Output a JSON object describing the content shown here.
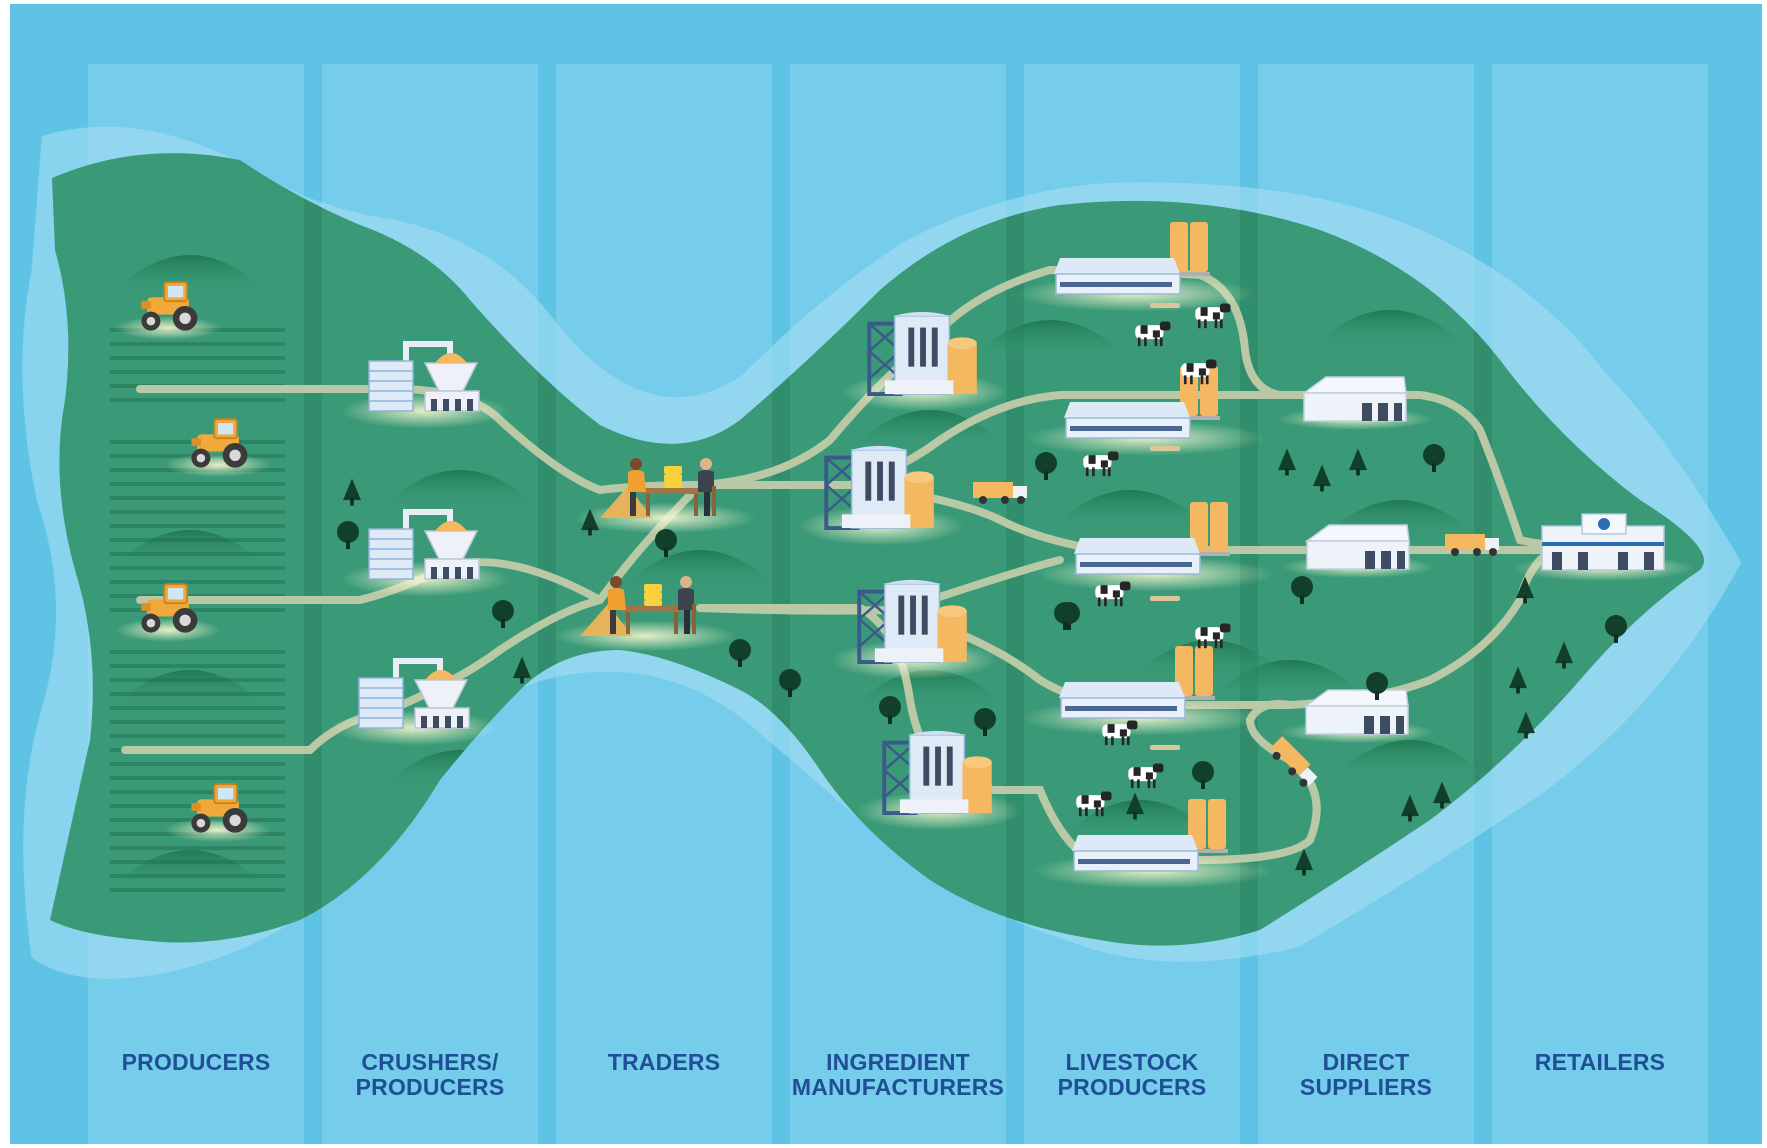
{
  "columns": [
    {
      "label": "PRODUCERS"
    },
    {
      "label": "CRUSHERS/\nPRODUCERS"
    },
    {
      "label": "TRADERS"
    },
    {
      "label": "INGREDIENT\nMANUFACTURERS"
    },
    {
      "label": "LIVESTOCK\nPRODUCERS"
    },
    {
      "label": "DIRECT\nSUPPLIERS"
    },
    {
      "label": "RETAILERS"
    }
  ],
  "colors": {
    "sea": "#5fc3e6",
    "sea_light": "#a9e0f3",
    "column_band": "#7fd0ee",
    "land": "#3a9a78",
    "land_dark": "#2a8461",
    "road": "#b9c9a6",
    "label": "#1f4f96",
    "tractor": "#f2a93b",
    "silo": "#f4b860",
    "building": "#eef4fb"
  },
  "icons": [
    "tractor-icon",
    "crusher-plant-icon",
    "trader-deal-icon",
    "factory-icon",
    "barn-icon",
    "cow-icon",
    "warehouse-icon",
    "truck-icon",
    "store-icon",
    "tree-icon"
  ]
}
